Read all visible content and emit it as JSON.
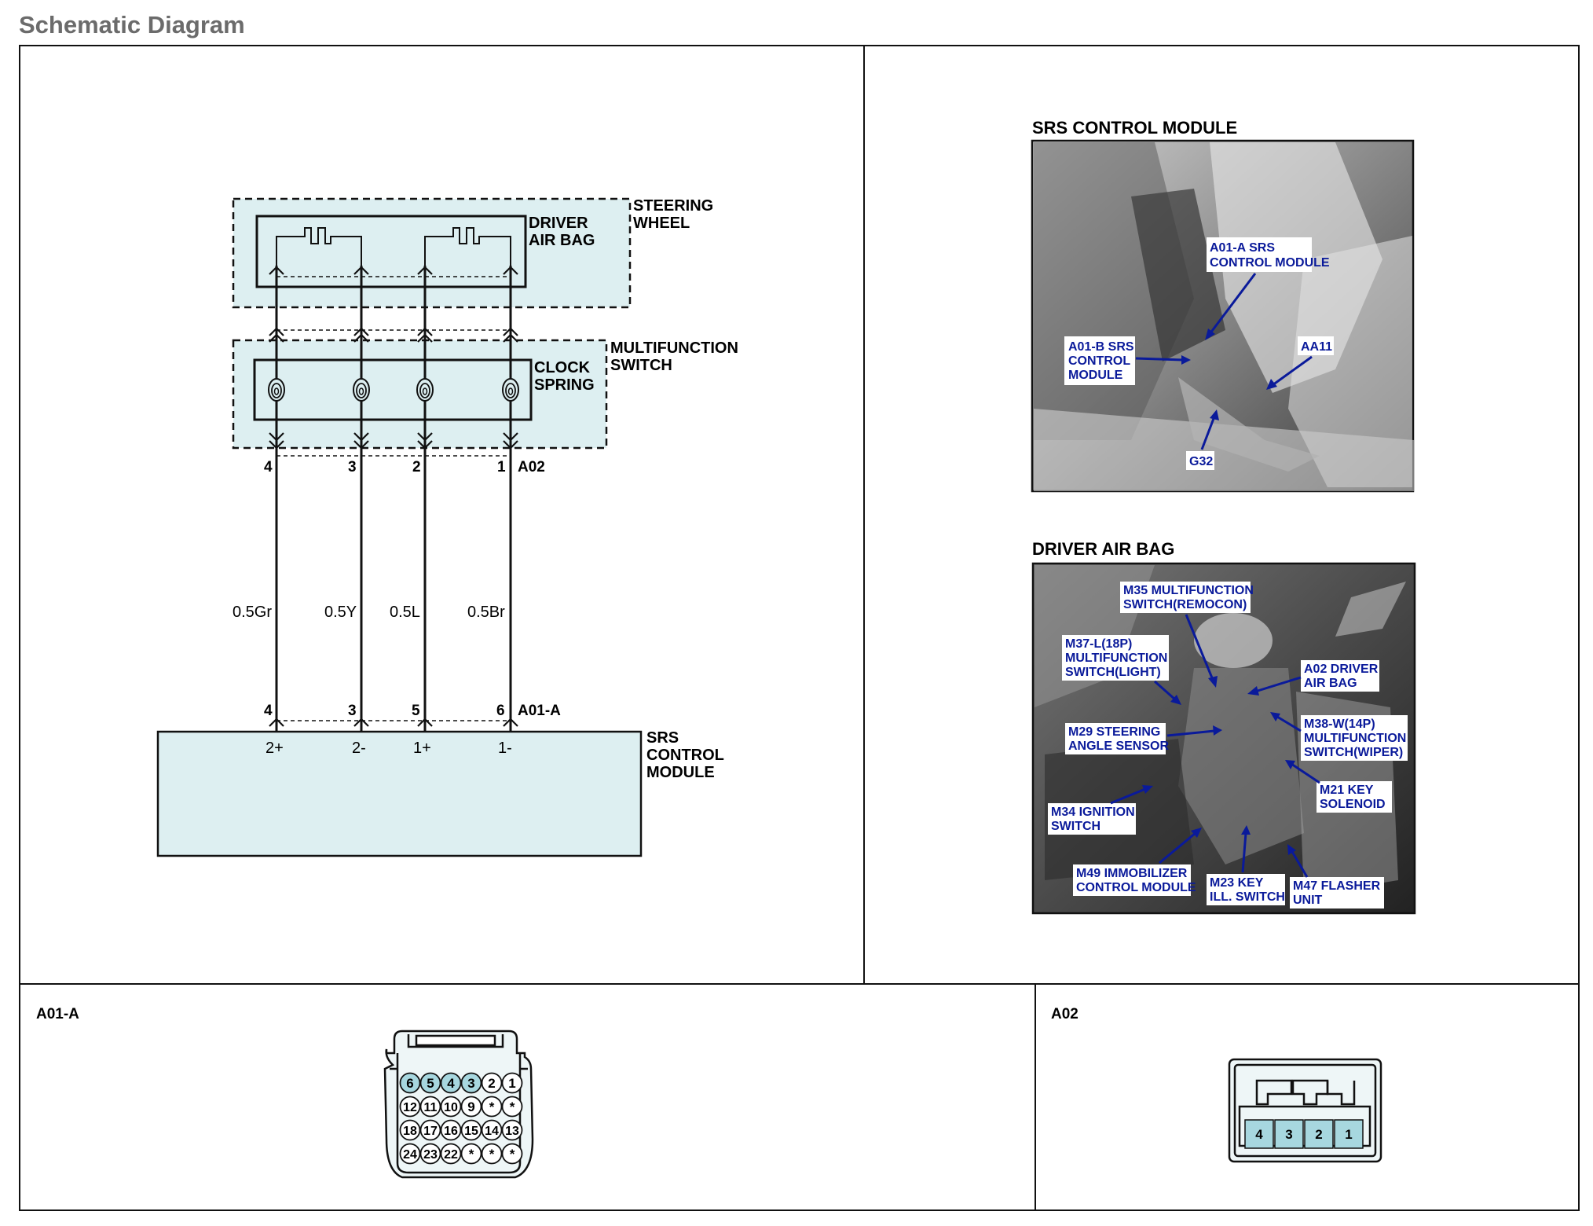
{
  "page": {
    "title": "Schematic Diagram"
  },
  "schematic": {
    "steering_wheel_label": [
      "STEERING",
      "WHEEL"
    ],
    "driver_air_bag_label": [
      "DRIVER",
      "AIR BAG"
    ],
    "multifunction_switch_label": [
      "MULTIFUNCTION",
      "SWITCH"
    ],
    "clock_spring_label": [
      "CLOCK",
      "SPRING"
    ],
    "srs_control_module_label": [
      "SRS",
      "CONTROL",
      "MODULE"
    ],
    "top_connector": "A02",
    "bottom_connector": "A01-A",
    "top_pins": [
      "4",
      "3",
      "2",
      "1"
    ],
    "wire_labels": [
      "0.5Gr",
      "0.5Y",
      "0.5L",
      "0.5Br"
    ],
    "bottom_pins": [
      "4",
      "3",
      "5",
      "6"
    ],
    "module_terminals": [
      "2+",
      "2-",
      "1+",
      "1-"
    ]
  },
  "photos": [
    {
      "heading": "SRS CONTROL MODULE",
      "callouts": [
        [
          "A01-A SRS",
          "CONTROL MODULE"
        ],
        [
          "A01-B SRS",
          "CONTROL",
          "MODULE"
        ],
        [
          "AA11"
        ],
        [
          "G32"
        ]
      ]
    },
    {
      "heading": "DRIVER AIR BAG",
      "callouts": [
        [
          "M35 MULTIFUNCTION",
          "SWITCH(REMOCON)"
        ],
        [
          "M37-L(18P)",
          "MULTIFUNCTION",
          "SWITCH(LIGHT)"
        ],
        [
          "A02 DRIVER",
          "AIR BAG"
        ],
        [
          "M29 STEERING",
          "ANGLE SENSOR"
        ],
        [
          "M38-W(14P)",
          "MULTIFUNCTION",
          "SWITCH(WIPER)"
        ],
        [
          "M21 KEY",
          "SOLENOID"
        ],
        [
          "M34 IGNITION",
          "SWITCH"
        ],
        [
          "M49 IMMOBILIZER",
          "CONTROL MODULE"
        ],
        [
          "M23 KEY",
          "ILL. SWITCH"
        ],
        [
          "M47 FLASHER",
          "UNIT"
        ]
      ]
    }
  ],
  "connectors": {
    "a01a": {
      "name": "A01-A",
      "rows": [
        [
          "6",
          "5",
          "4",
          "3",
          "2",
          "1"
        ],
        [
          "12",
          "11",
          "10",
          "9",
          "*",
          "*"
        ],
        [
          "18",
          "17",
          "16",
          "15",
          "14",
          "13"
        ],
        [
          "24",
          "23",
          "22",
          "*",
          "*",
          "*"
        ]
      ],
      "highlighted": [
        "6",
        "5",
        "4",
        "3"
      ]
    },
    "a02": {
      "name": "A02",
      "pins": [
        "4",
        "3",
        "2",
        "1"
      ]
    }
  },
  "colors": {
    "box_fill": "#ddeff1",
    "pin_fill": "#a7d7df",
    "callout_text": "#0a1a9a"
  }
}
